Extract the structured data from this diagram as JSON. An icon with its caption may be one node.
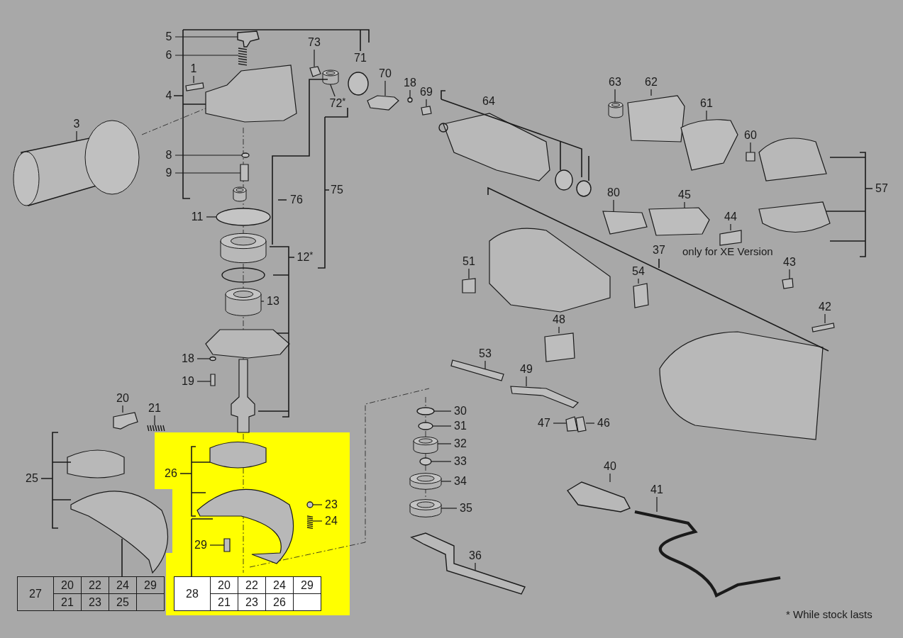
{
  "diagram": {
    "nodes": [
      {
        "text": [
          "5"
        ]
      },
      {
        "text": [
          "6"
        ]
      },
      {
        "text": [
          "1"
        ]
      },
      {
        "text": [
          "4"
        ]
      },
      {
        "text": [
          "3"
        ]
      },
      {
        "text": [
          "8"
        ]
      },
      {
        "text": [
          "9"
        ]
      },
      {
        "text": [
          "11"
        ]
      },
      {
        "text": [
          "76"
        ]
      },
      {
        "text": [
          "75"
        ]
      },
      {
        "text": [
          "12$^{*}$"
        ]
      },
      {
        "text": [
          "13"
        ]
      },
      {
        "text": [
          "18"
        ]
      },
      {
        "text": [
          "19"
        ]
      },
      {
        "text": [
          "20"
        ]
      },
      {
        "text": [
          "21"
        ]
      },
      {
        "text": [
          "73"
        ]
      },
      {
        "text": [
          "71"
        ]
      },
      {
        "text": [
          "72$^{*}$"
        ]
      },
      {
        "text": [
          "70"
        ]
      },
      {
        "text": [
          "18"
        ]
      },
      {
        "text": [
          "69"
        ]
      },
      {
        "text": [
          "64"
        ]
      },
      {
        "text": [
          "63"
        ]
      },
      {
        "text": [
          "62"
        ]
      },
      {
        "text": [
          "61"
        ]
      },
      {
        "text": [
          "60"
        ]
      },
      {
        "text": [
          "57"
        ]
      },
      {
        "text": [
          "80"
        ]
      },
      {
        "text": [
          "45"
        ]
      },
      {
        "text": [
          "44"
        ]
      },
      {
        "text": [
          "37"
        ]
      },
      {
        "text": [
          "43"
        ]
      },
      {
        "text": [
          "51"
        ]
      },
      {
        "text": [
          "54"
        ]
      },
      {
        "text": [
          "42"
        ]
      },
      {
        "text": [
          "48"
        ]
      },
      {
        "text": [
          "53"
        ]
      },
      {
        "text": [
          "49"
        ]
      },
      {
        "text": [
          "30"
        ]
      },
      {
        "text": [
          "31"
        ]
      },
      {
        "text": [
          "32"
        ]
      },
      {
        "text": [
          "33"
        ]
      },
      {
        "text": [
          "34"
        ]
      },
      {
        "text": [
          "35"
        ]
      },
      {
        "text": [
          "36"
        ]
      },
      {
        "text": [
          "47"
        ]
      },
      {
        "text": [
          "46"
        ]
      },
      {
        "text": [
          "40"
        ]
      },
      {
        "text": [
          "41"
        ]
      },
      {
        "text": [
          "25"
        ]
      },
      {
        "text": [
          "26"
        ]
      },
      {
        "text": [
          "23"
        ]
      },
      {
        "text": [
          "24"
        ]
      },
      {
        "text": [
          "29"
        ]
      },
      {
        "text": [],
        "shape": "picture"
      },
      {
        "text": [],
        "shape": "picture"
      },
      {
        "text": [],
        "shape": "box"
      },
      {
        "text": [],
        "shape": "picture"
      },
      {
        "text": [],
        "shape": "circle"
      },
      {
        "text": [],
        "shape": "box"
      },
      {
        "text": [],
        "shape": "circle"
      },
      {
        "text": [],
        "shape": "cylinder"
      },
      {
        "text": [],
        "shape": "circle"
      },
      {
        "text": [],
        "shape": "box"
      },
      {
        "text": [],
        "shape": "box"
      },
      {
        "text": [],
        "shape": "picture"
      },
      {
        "text": [],
        "shape": "box"
      },
      {
        "text": [],
        "shape": "cylinder"
      },
      {
        "text": [],
        "shape": "box"
      },
      {
        "text": [],
        "shape": "circle"
      },
      {
        "text": [],
        "shape": "box"
      },
      {
        "text": [],
        "shape": "cylinder"
      },
      {
        "text": [],
        "shape": "box"
      },
      {
        "text": [],
        "shape": "box"
      },
      {
        "text": [],
        "shape": "box"
      },
      {
        "text": [],
        "shape": "box"
      },
      {
        "text": [],
        "shape": "box"
      },
      {
        "text": [],
        "shape": "box"
      },
      {
        "text": [],
        "shape": "box"
      },
      {
        "text": [],
        "shape": "box"
      },
      {
        "text": [],
        "shape": "box"
      },
      {
        "text": [],
        "shape": "box"
      },
      {
        "text": [],
        "shape": "box"
      },
      {
        "text": [],
        "shape": "box"
      },
      {
        "text": [],
        "shape": "box"
      },
      {
        "text": [],
        "shape": "circle"
      },
      {
        "text": [],
        "shape": "circle"
      },
      {
        "text": [],
        "shape": "cylinder"
      },
      {
        "text": [],
        "shape": "circle"
      },
      {
        "text": [],
        "shape": "cylinder"
      },
      {
        "text": [],
        "shape": "cylinder"
      },
      {
        "text": [],
        "shape": "picture"
      },
      {
        "text": [],
        "shape": "box"
      },
      {
        "text": [],
        "shape": "box"
      },
      {
        "text": [],
        "shape": "picture"
      },
      {
        "text": [],
        "shape": "picture"
      },
      {
        "text": [],
        "shape": "circle"
      },
      {
        "text": [],
        "shape": "picture"
      },
      {
        "text": [],
        "shape": "box"
      }
    ],
    "edges": [
      {
        "from": 0,
        "to": 55,
        "arrow": "none"
      },
      {
        "from": 1,
        "to": 56,
        "arrow": "none"
      },
      {
        "from": 2,
        "to": 57,
        "arrow": "none"
      },
      {
        "from": 4,
        "to": 58,
        "arrow": "none"
      },
      {
        "from": 5,
        "to": 59,
        "arrow": "none"
      },
      {
        "from": 6,
        "to": 60,
        "arrow": "none"
      },
      {
        "from": 7,
        "to": 61,
        "arrow": "none"
      },
      {
        "from": 11,
        "to": 62,
        "arrow": "none"
      },
      {
        "from": 12,
        "to": 63,
        "arrow": "none"
      },
      {
        "from": 13,
        "to": 64,
        "arrow": "none"
      },
      {
        "from": 14,
        "to": 65,
        "arrow": "none"
      },
      {
        "from": 15,
        "to": 66,
        "arrow": "none"
      },
      {
        "from": 16,
        "to": 67,
        "arrow": "none"
      },
      {
        "from": 18,
        "to": 68,
        "arrow": "none"
      },
      {
        "from": 19,
        "to": 69,
        "arrow": "none"
      },
      {
        "from": 20,
        "to": 70,
        "arrow": "none"
      },
      {
        "from": 21,
        "to": 71,
        "arrow": "none"
      },
      {
        "from": 23,
        "to": 72,
        "arrow": "none"
      },
      {
        "from": 24,
        "to": 73,
        "arrow": "none"
      },
      {
        "from": 25,
        "to": 74,
        "arrow": "none"
      },
      {
        "from": 26,
        "to": 75,
        "arrow": "none"
      },
      {
        "from": 28,
        "to": 76,
        "arrow": "none"
      },
      {
        "from": 29,
        "to": 77,
        "arrow": "none"
      },
      {
        "from": 30,
        "to": 78,
        "arrow": "none"
      },
      {
        "from": 32,
        "to": 79,
        "arrow": "none"
      },
      {
        "from": 33,
        "to": 80,
        "arrow": "none"
      },
      {
        "from": 34,
        "to": 81,
        "arrow": "none"
      },
      {
        "from": 35,
        "to": 82,
        "arrow": "none"
      },
      {
        "from": 36,
        "to": 83,
        "arrow": "none"
      },
      {
        "from": 37,
        "to": 84,
        "arrow": "none"
      },
      {
        "from": 38,
        "to": 85,
        "arrow": "none"
      },
      {
        "from": 39,
        "to": 86,
        "arrow": "none"
      },
      {
        "from": 40,
        "to": 87,
        "arrow": "none"
      },
      {
        "from": 41,
        "to": 88,
        "arrow": "none"
      },
      {
        "from": 42,
        "to": 89,
        "arrow": "none"
      },
      {
        "from": 43,
        "to": 90,
        "arrow": "none"
      },
      {
        "from": 44,
        "to": 91,
        "arrow": "none"
      },
      {
        "from": 45,
        "to": 92,
        "arrow": "none"
      },
      {
        "from": 46,
        "to": 93,
        "arrow": "none"
      },
      {
        "from": 47,
        "to": 94,
        "arrow": "none"
      },
      {
        "from": 48,
        "to": 95,
        "arrow": "none"
      },
      {
        "from": 49,
        "to": 96,
        "arrow": "none"
      },
      {
        "from": 52,
        "to": 97,
        "arrow": "none"
      },
      {
        "from": 53,
        "to": 98,
        "arrow": "none"
      },
      {
        "from": 54,
        "to": 99,
        "arrow": "none"
      }
    ],
    "labels": [
      "only for XE Version",
      "27",
      "20",
      "22",
      "24",
      "29",
      "21",
      "23",
      "25",
      "28",
      "20",
      "22",
      "24",
      "29",
      "21",
      "23",
      "26",
      "* While stock lasts"
    ]
  }
}
